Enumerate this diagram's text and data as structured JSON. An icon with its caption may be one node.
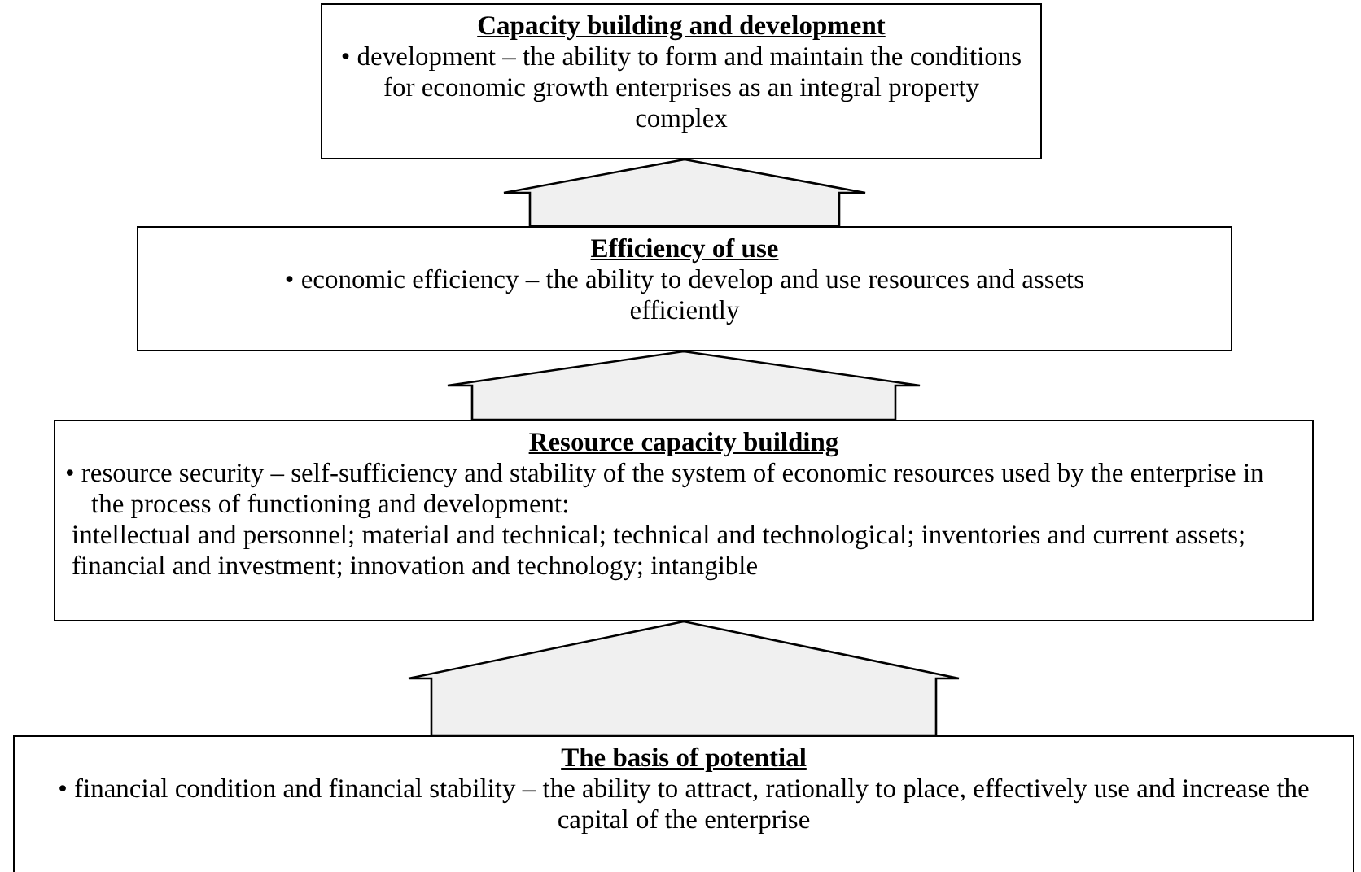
{
  "diagram": {
    "nodes": [
      {
        "text": [
          "Capacity building and development",
          "• development – the ability to form and maintain the conditions for economic growth enterprises as an integral property complex"
        ]
      },
      {
        "text": [
          "Efficiency of use",
          "• economic efficiency – the ability to develop and use resources and assets efficiently"
        ]
      },
      {
        "text": [
          "Resource capacity building",
          "• resource security – self-sufficiency and stability of the system of economic resources used by the enterprise in the process of functioning and development:",
          "intellectual and personnel; material and technical; technical and technological; inventories and current assets; financial and investment; innovation and technology; intangible"
        ]
      },
      {
        "text": [
          "The basis of potential",
          "• financial condition and financial stability – the ability to attract, rationally to place, effectively use and increase the capital of the enterprise"
        ]
      }
    ],
    "edges": [
      {
        "from": 1,
        "to": 0,
        "arrow": "to"
      },
      {
        "from": 2,
        "to": 1,
        "arrow": "to"
      },
      {
        "from": 3,
        "to": 2,
        "arrow": "to"
      }
    ]
  }
}
